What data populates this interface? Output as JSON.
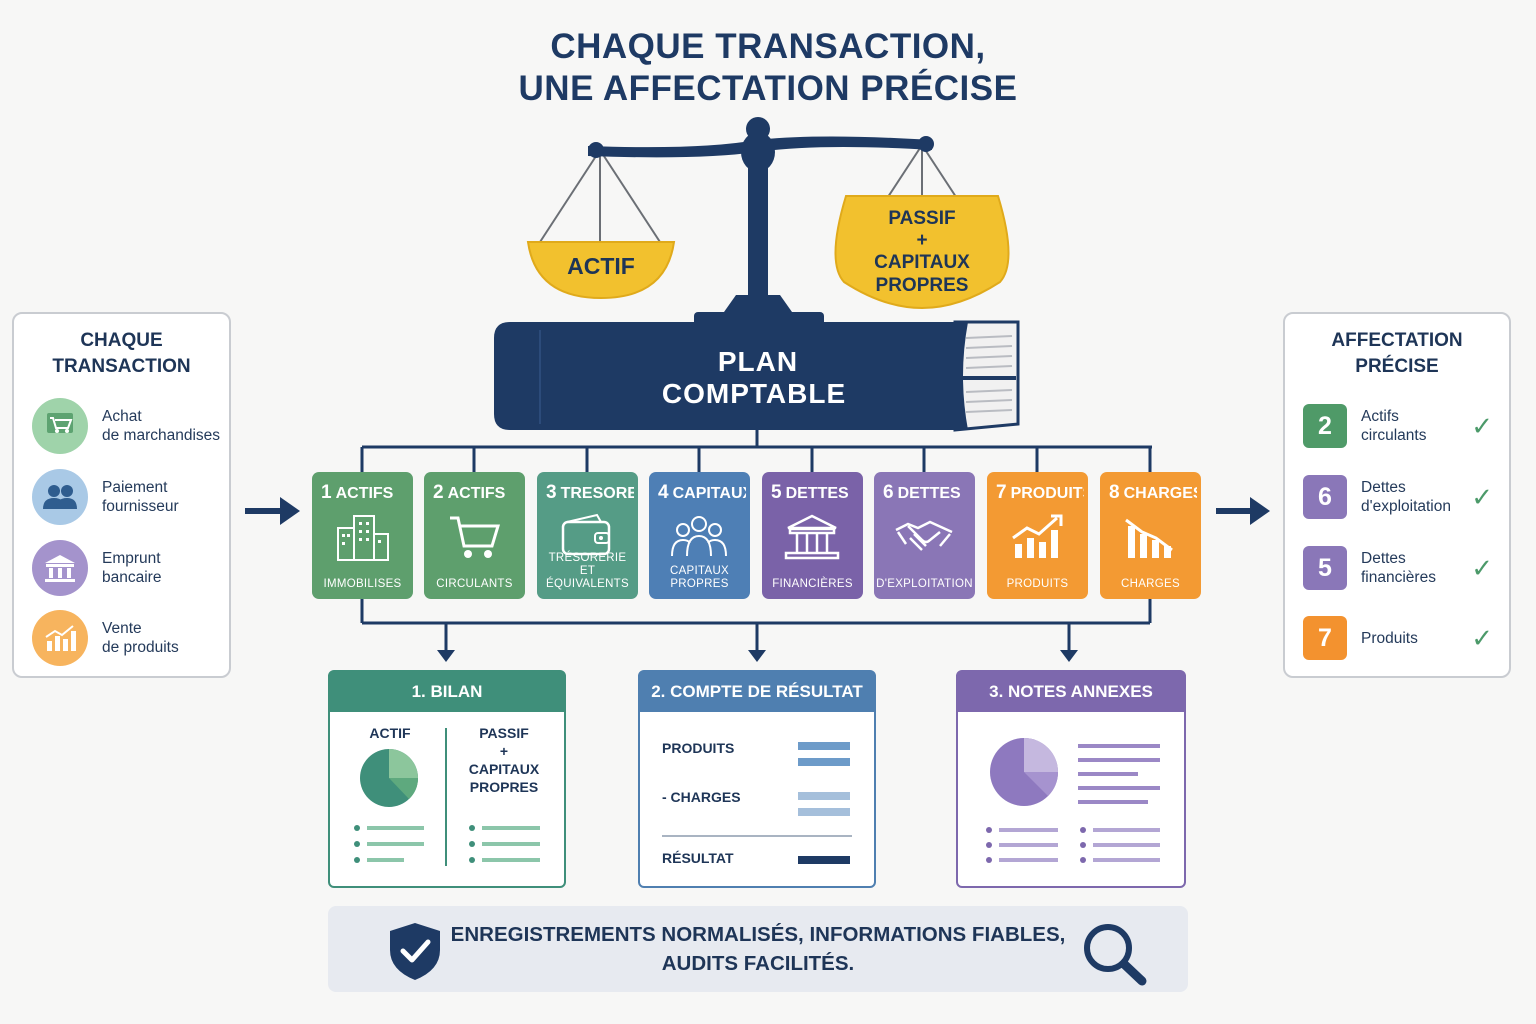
{
  "title": {
    "line1": "CHAQUE TRANSACTION,",
    "line2": "UNE AFFECTATION PRÉCISE"
  },
  "scale": {
    "left_pan": "ACTIF",
    "right_pan": [
      "PASSIF",
      "+",
      "CAPITAUX",
      "PROPRES"
    ]
  },
  "book": {
    "line1": "PLAN",
    "line2": "COMPTABLE"
  },
  "left_panel": {
    "title": [
      "CHAQUE",
      "TRANSACTION"
    ],
    "items": [
      {
        "label": [
          "Achat",
          "de marchandises"
        ],
        "icon": "cart-icon",
        "color": "#8ccb9a"
      },
      {
        "label": [
          "Paiement",
          "fournisseur"
        ],
        "icon": "people-icon",
        "color": "#9cc0e0"
      },
      {
        "label": [
          "Emprunt",
          "bancaire"
        ],
        "icon": "bank-icon",
        "color": "#9d8bc7"
      },
      {
        "label": [
          "Vente",
          "de produits"
        ],
        "icon": "chart-growth-icon",
        "color": "#f6b05a"
      }
    ]
  },
  "right_panel": {
    "title": [
      "AFFECTATION",
      "PRÉCISE"
    ],
    "items": [
      {
        "num": "2",
        "label": [
          "Actifs",
          "circulants"
        ],
        "color": "#4f9a68"
      },
      {
        "num": "6",
        "label": [
          "Dettes",
          "d'exploitation"
        ],
        "color": "#8a77b8"
      },
      {
        "num": "5",
        "label": [
          "Dettes",
          "financières"
        ],
        "color": "#8a77b8"
      },
      {
        "num": "7",
        "label": [
          "Produits"
        ],
        "color": "#f3922f"
      }
    ]
  },
  "categories": [
    {
      "num": "1",
      "head": "ACTIFS",
      "foot": [
        "IMMOBILISES"
      ],
      "color": "#5e9f6d",
      "icon": "buildings-icon"
    },
    {
      "num": "2",
      "head": "ACTIFS",
      "foot": [
        "CIRCULANTS"
      ],
      "color": "#5e9f6d",
      "icon": "cart-icon"
    },
    {
      "num": "3",
      "head": "TRESORERIE",
      "foot": [
        "TRÉSORERIE",
        "ET ÉQUIVALENTS"
      ],
      "color": "#559c86",
      "icon": "wallet-icon"
    },
    {
      "num": "4",
      "head": "CAPITAUX",
      "foot": [
        "CAPITAUX",
        "PROPRES"
      ],
      "color": "#4e7fb5",
      "icon": "group-icon"
    },
    {
      "num": "5",
      "head": "DETTES",
      "foot": [
        "FINANCIÈRES"
      ],
      "color": "#7a62a8",
      "icon": "bank-icon"
    },
    {
      "num": "6",
      "head": "DETTES",
      "foot": [
        "D'EXPLOITATION"
      ],
      "color": "#8a76b6",
      "icon": "handshake-icon"
    },
    {
      "num": "7",
      "head": "PRODUITS",
      "foot": [
        "PRODUITS"
      ],
      "color": "#f39a33",
      "icon": "chart-growth-icon"
    },
    {
      "num": "8",
      "head": "CHARGES",
      "foot": [
        "CHARGES"
      ],
      "color": "#f39a33",
      "icon": "chart-decline-icon"
    }
  ],
  "statements": [
    {
      "title": "1. BILAN",
      "color": "#3f8f7a",
      "left": "ACTIF",
      "right": [
        "PASSIF",
        "+",
        "CAPITAUX",
        "PROPRES"
      ]
    },
    {
      "title": "2. COMPTE DE RÉSULTAT",
      "color": "#4f7fb0",
      "rows": [
        "PRODUITS",
        "- CHARGES",
        "RÉSULTAT"
      ]
    },
    {
      "title": "3. NOTES ANNEXES",
      "color": "#7d68ad"
    }
  ],
  "banner": {
    "line1": "ENREGISTREMENTS NORMALISÉS, INFORMATIONS FIABLES,",
    "line2": "AUDITS FACILITÉS."
  },
  "colors": {
    "navy": "#1e3a64",
    "gold": "#f2c12e",
    "green": "#5e9f6d",
    "purple": "#7a62a8",
    "orange": "#f39a33",
    "blue": "#4e7fb5"
  }
}
